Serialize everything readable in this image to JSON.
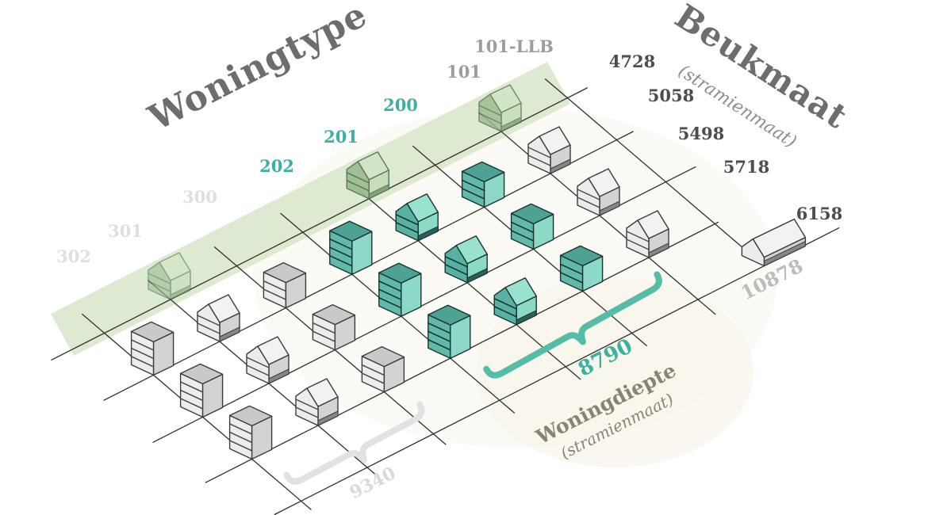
{
  "diagram": {
    "axis_woningtype": {
      "title": "Woningtype"
    },
    "axis_beukmaat": {
      "title": "Beukmaat",
      "subtitle": "(stramienmaat)"
    },
    "axis_woningdiepte": {
      "title": "Woningdiepte",
      "subtitle": "(stramienmaat)"
    },
    "woningtype_labels": [
      {
        "text": "101-LLB",
        "style": "gray-medium"
      },
      {
        "text": "101",
        "style": "gray-medium"
      },
      {
        "text": "200",
        "style": "teal"
      },
      {
        "text": "201",
        "style": "teal"
      },
      {
        "text": "202",
        "style": "teal"
      },
      {
        "text": "300",
        "style": "gray-light"
      },
      {
        "text": "301",
        "style": "gray-light"
      },
      {
        "text": "302",
        "style": "gray-light"
      }
    ],
    "beukmaat_labels": [
      "4728",
      "5058",
      "5498",
      "5718",
      "6158"
    ],
    "beukmaat_extra_label": "10878",
    "dimension_annotations": [
      {
        "value": "8790",
        "style": "teal"
      },
      {
        "value": "9340",
        "style": "gray"
      }
    ],
    "houses": [
      {
        "row": "4728",
        "col": "101",
        "color": "green",
        "type": "pitched",
        "opacity": 0.82
      },
      {
        "row": "4728",
        "col": "201",
        "color": "green",
        "type": "pitched",
        "opacity": 0.95
      },
      {
        "row": "4728",
        "col": "301",
        "color": "green",
        "type": "pitched",
        "opacity": 0.62
      },
      {
        "row": "5058",
        "col": "101",
        "color": "gray",
        "type": "pitched"
      },
      {
        "row": "5058",
        "col": "200",
        "color": "teal",
        "type": "flat2"
      },
      {
        "row": "5058",
        "col": "201",
        "color": "teal",
        "type": "pitched"
      },
      {
        "row": "5058",
        "col": "202",
        "color": "teal",
        "type": "flat3"
      },
      {
        "row": "5058",
        "col": "300",
        "color": "gray",
        "type": "flat2"
      },
      {
        "row": "5058",
        "col": "301",
        "color": "gray",
        "type": "pitched"
      },
      {
        "row": "5058",
        "col": "302",
        "color": "gray",
        "type": "flat3"
      },
      {
        "row": "5498",
        "col": "101",
        "color": "gray",
        "type": "pitched"
      },
      {
        "row": "5498",
        "col": "200",
        "color": "teal",
        "type": "flat2"
      },
      {
        "row": "5498",
        "col": "201",
        "color": "teal",
        "type": "pitched"
      },
      {
        "row": "5498",
        "col": "202",
        "color": "teal",
        "type": "flat3"
      },
      {
        "row": "5498",
        "col": "300",
        "color": "gray",
        "type": "flat2"
      },
      {
        "row": "5498",
        "col": "301",
        "color": "gray",
        "type": "pitched"
      },
      {
        "row": "5498",
        "col": "302",
        "color": "gray",
        "type": "flat3"
      },
      {
        "row": "5718",
        "col": "101",
        "color": "gray",
        "type": "pitched"
      },
      {
        "row": "5718",
        "col": "200",
        "color": "teal",
        "type": "flat2"
      },
      {
        "row": "5718",
        "col": "201",
        "color": "teal",
        "type": "pitched"
      },
      {
        "row": "5718",
        "col": "202",
        "color": "teal",
        "type": "flat3"
      },
      {
        "row": "5718",
        "col": "300",
        "color": "gray",
        "type": "flat2"
      },
      {
        "row": "5718",
        "col": "301",
        "color": "gray",
        "type": "pitched"
      },
      {
        "row": "5718",
        "col": "302",
        "color": "gray",
        "type": "flat3"
      },
      {
        "row": "6158",
        "col": "101-LLB",
        "color": "gray",
        "type": "bungalow"
      }
    ],
    "colors": {
      "teal_accent": "#3cb1a0",
      "band_green": "#d9e8cc",
      "grid_line": "#2f2f2f",
      "title_gray": "#6d6d6d",
      "beukmaat_number_gray": "#4d4d4d",
      "woningtype_number_gray": "#9d9d9d",
      "woningtype_number_light": "#dfdfdf",
      "extra_label_gray": "#bcbcbc",
      "woningdiepte_text": "#8a8278",
      "brace_teal": "#54bda7",
      "brace_gray": "#e2e2e2",
      "house_teal_wall": "#60b9a9",
      "house_gray_wall": "#d3d3d3",
      "house_green_wall": "#a8c59a",
      "background_blob": "#f7f3e8"
    }
  }
}
